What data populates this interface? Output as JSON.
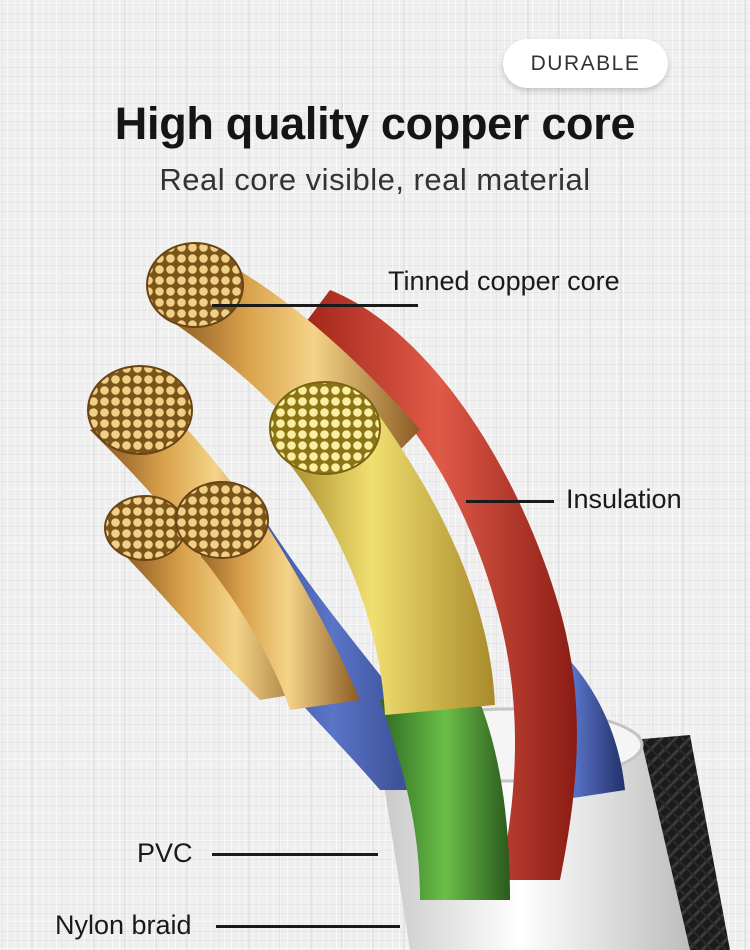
{
  "badge": {
    "label": "DURABLE"
  },
  "header": {
    "title": "High quality copper core",
    "subtitle": "Real core visible, real material"
  },
  "labels": {
    "tinned_core": "Tinned copper core",
    "insulation": "Insulation",
    "pvc": "PVC",
    "nylon_braid": "Nylon braid"
  },
  "colors": {
    "copper": "#c8903a",
    "insulation_red": "#d8423a",
    "insulation_green": "#4f9e3a",
    "insulation_blue": "#3c55a8",
    "pvc_white": "#f2f2f2",
    "braid_black": "#1c1c1c"
  }
}
